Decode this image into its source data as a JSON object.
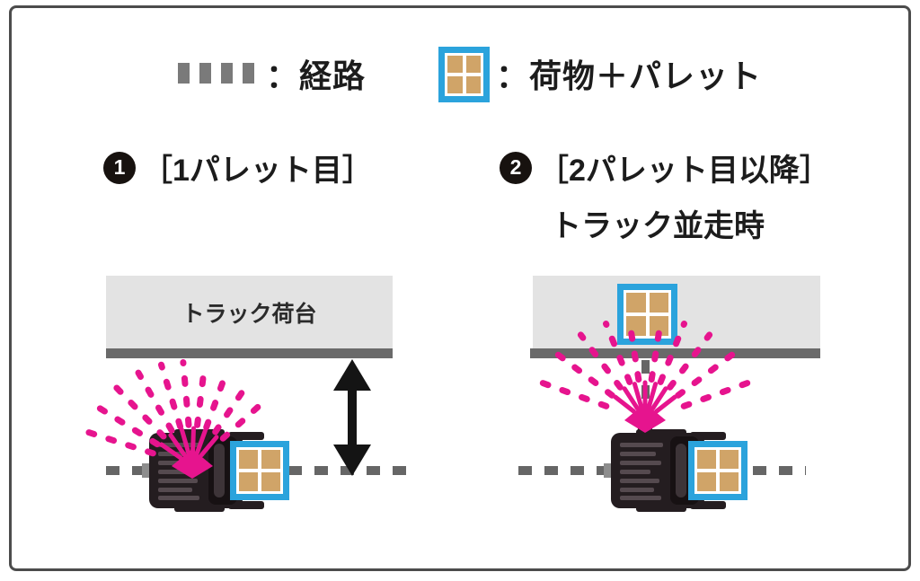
{
  "figure": {
    "legend": {
      "route_label": "：経路",
      "cargo_label": "：荷物＋パレット"
    },
    "left_panel": {
      "badge": "1",
      "title": "［1パレット目］",
      "truck_bed_label": "トラック荷台"
    },
    "right_panel": {
      "badge": "2",
      "title": "［2パレット目以降］",
      "subtitle": "トラック並走時"
    },
    "colors": {
      "sensor_magenta": "#e6148e",
      "pallet_blue": "#2ba3dc",
      "pallet_tan": "#d0a468",
      "truck_bed_gray": "#e3e3e3",
      "bed_edge_gray": "#6a6a6a",
      "route_dash_gray": "#666666",
      "frame_gray": "#4c4c4c",
      "text_black": "#1c1c1c"
    }
  }
}
